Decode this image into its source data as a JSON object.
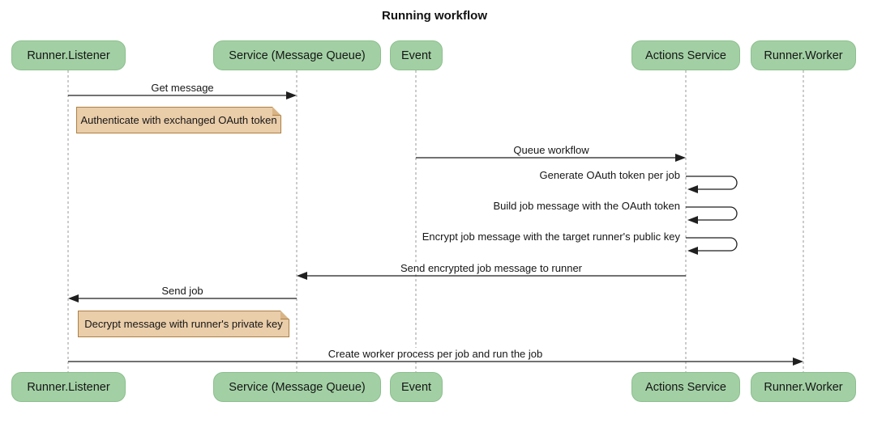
{
  "diagram_type": "sequence",
  "title": "Running workflow",
  "colors": {
    "background": "#ffffff",
    "actor_fill": "#a2d0a4",
    "actor_border": "#8cbf8e",
    "note_fill": "#eacda9",
    "note_border": "#ae8045",
    "lifeline": "#999999",
    "message_line": "#1f1f1f",
    "text": "#161616"
  },
  "participants": [
    {
      "label": "Runner.Listener"
    },
    {
      "label": "Service (Message Queue)"
    },
    {
      "label": "Event"
    },
    {
      "label": "Actions Service"
    },
    {
      "label": "Runner.Worker"
    }
  ],
  "messages": [
    {
      "label": "Get message",
      "from": "Runner.Listener",
      "to": "Service (Message Queue)",
      "kind": "solid-arrow"
    },
    {
      "label": "Queue workflow",
      "from": "Event",
      "to": "Actions Service",
      "kind": "solid-arrow"
    },
    {
      "label": "Generate OAuth token per job",
      "from": "Actions Service",
      "to": "Actions Service",
      "kind": "self-loop"
    },
    {
      "label": "Build job message with the OAuth token",
      "from": "Actions Service",
      "to": "Actions Service",
      "kind": "self-loop"
    },
    {
      "label": "Encrypt job message with the target runner's public key",
      "from": "Actions Service",
      "to": "Actions Service",
      "kind": "self-loop"
    },
    {
      "label": "Send encrypted job message to runner",
      "from": "Actions Service",
      "to": "Service (Message Queue)",
      "kind": "solid-arrow"
    },
    {
      "label": "Send job",
      "from": "Service (Message Queue)",
      "to": "Runner.Listener",
      "kind": "solid-arrow"
    },
    {
      "label": "Create worker process per job and run the job",
      "from": "Runner.Listener",
      "to": "Runner.Worker",
      "kind": "solid-arrow"
    }
  ],
  "notes": [
    {
      "label": "Authenticate with exchanged OAuth token",
      "over": "Runner.Listener"
    },
    {
      "label": "Decrypt message with runner's private key",
      "over": "Runner.Listener"
    }
  ]
}
